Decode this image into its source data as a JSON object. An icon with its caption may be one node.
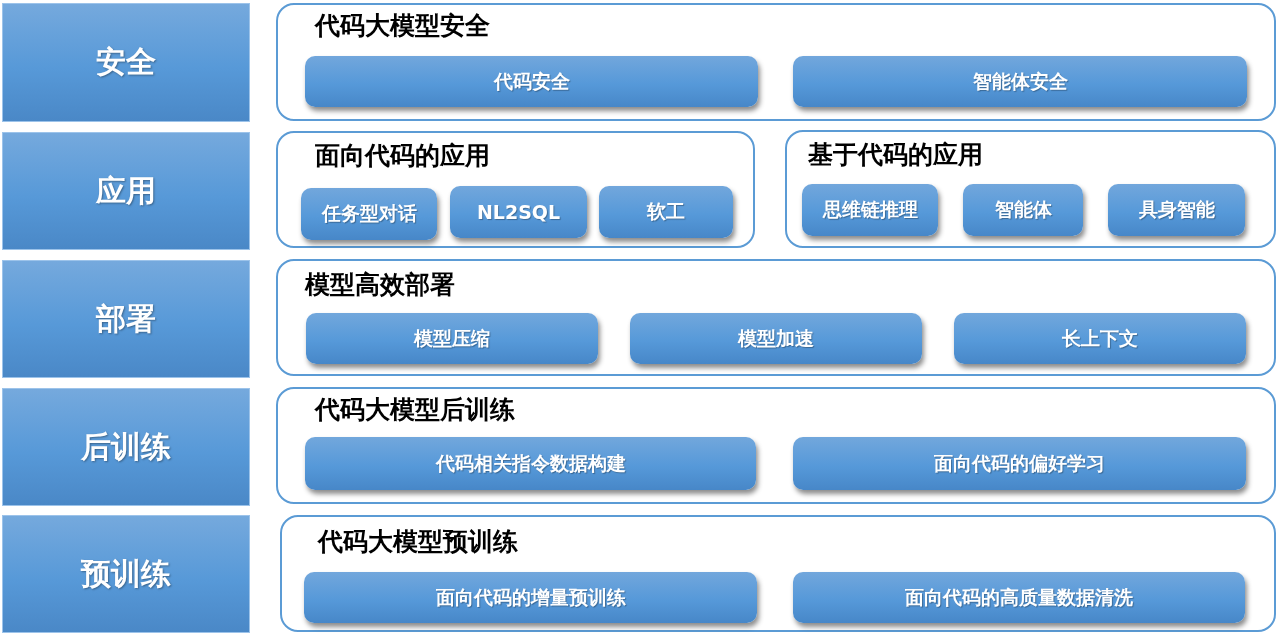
{
  "diagram": {
    "nodes": [
      {
        "text": [
          "安全"
        ]
      },
      {
        "text": [
          "代码大模型安全"
        ]
      },
      {
        "text": [
          "代码安全"
        ],
        "in": 1
      },
      {
        "text": [
          "智能体安全"
        ],
        "in": 1
      },
      {
        "text": [
          "应用"
        ]
      },
      {
        "text": [
          "面向代码的应用"
        ]
      },
      {
        "text": [
          "任务型对话"
        ],
        "in": 5
      },
      {
        "text": [
          "NL2SQL"
        ],
        "in": 5
      },
      {
        "text": [
          "软工"
        ],
        "in": 5
      },
      {
        "text": [
          "基于代码的应用"
        ]
      },
      {
        "text": [
          "思维链推理"
        ],
        "in": 9
      },
      {
        "text": [
          "智能体"
        ],
        "in": 9
      },
      {
        "text": [
          "具身智能"
        ],
        "in": 9
      },
      {
        "text": [
          "部署"
        ]
      },
      {
        "text": [
          "模型高效部署"
        ]
      },
      {
        "text": [
          "模型压缩"
        ],
        "in": 14
      },
      {
        "text": [
          "模型加速"
        ],
        "in": 14
      },
      {
        "text": [
          "长上下文"
        ],
        "in": 14
      },
      {
        "text": [
          "后训练"
        ]
      },
      {
        "text": [
          "代码大模型后训练"
        ]
      },
      {
        "text": [
          "代码相关指令数据构建"
        ],
        "in": 19
      },
      {
        "text": [
          "面向代码的偏好学习"
        ],
        "in": 19
      },
      {
        "text": [
          "预训练"
        ]
      },
      {
        "text": [
          "代码大模型预训练"
        ]
      },
      {
        "text": [
          "面向代码的增量预训练"
        ],
        "in": 23
      },
      {
        "text": [
          "面向代码的高质量数据清洗"
        ],
        "in": 23
      }
    ]
  }
}
